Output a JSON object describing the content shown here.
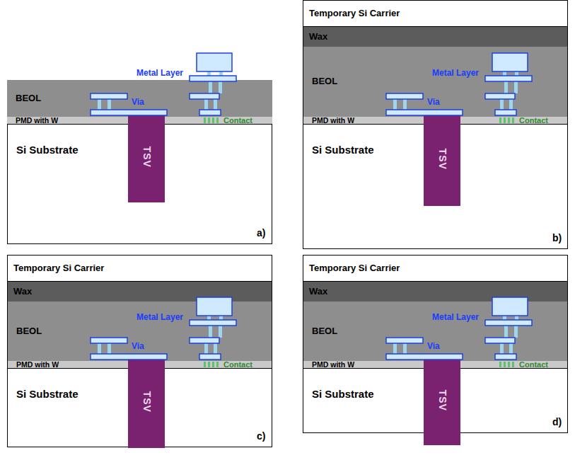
{
  "diagram": {
    "nodes": [
      {
        "text": [
          "BEOL"
        ]
      },
      {
        "text": [
          "PMD with W"
        ]
      },
      {
        "text": [
          "Si Substrate"
        ]
      },
      {
        "text": [
          "TSV"
        ],
        "in": 2
      },
      {
        "text": [
          "Temporary Si Carrier"
        ]
      },
      {
        "text": [
          "Wax"
        ]
      },
      {
        "text": [
          "BEOL"
        ]
      },
      {
        "text": [
          "PMD with W"
        ]
      },
      {
        "text": [
          "Si Substrate"
        ]
      },
      {
        "text": [
          "TSV"
        ],
        "in": 8
      },
      {
        "text": [
          "Temporary Si Carrier"
        ]
      },
      {
        "text": [
          "Wax"
        ]
      },
      {
        "text": [
          "BEOL"
        ]
      },
      {
        "text": [
          "PMD with W"
        ]
      },
      {
        "text": [
          "Si Substrate"
        ]
      },
      {
        "text": [
          "TSV"
        ],
        "in": 14
      },
      {
        "text": [
          "Temporary Si Carrier"
        ]
      },
      {
        "text": [
          "Wax"
        ]
      },
      {
        "text": [
          "BEOL"
        ]
      },
      {
        "text": [
          "PMD with W"
        ]
      },
      {
        "text": [
          "Si Substrate"
        ]
      },
      {
        "text": [
          "TSV"
        ],
        "in": 20
      }
    ],
    "labels": [
      "Metal Layer",
      "Via",
      "Contact",
      "a)",
      "Metal Layer",
      "Via",
      "Contact",
      "b)",
      "Metal Layer",
      "Via",
      "Contact",
      "c)",
      "Metal Layer",
      "Via",
      "Contact",
      "d)"
    ]
  }
}
